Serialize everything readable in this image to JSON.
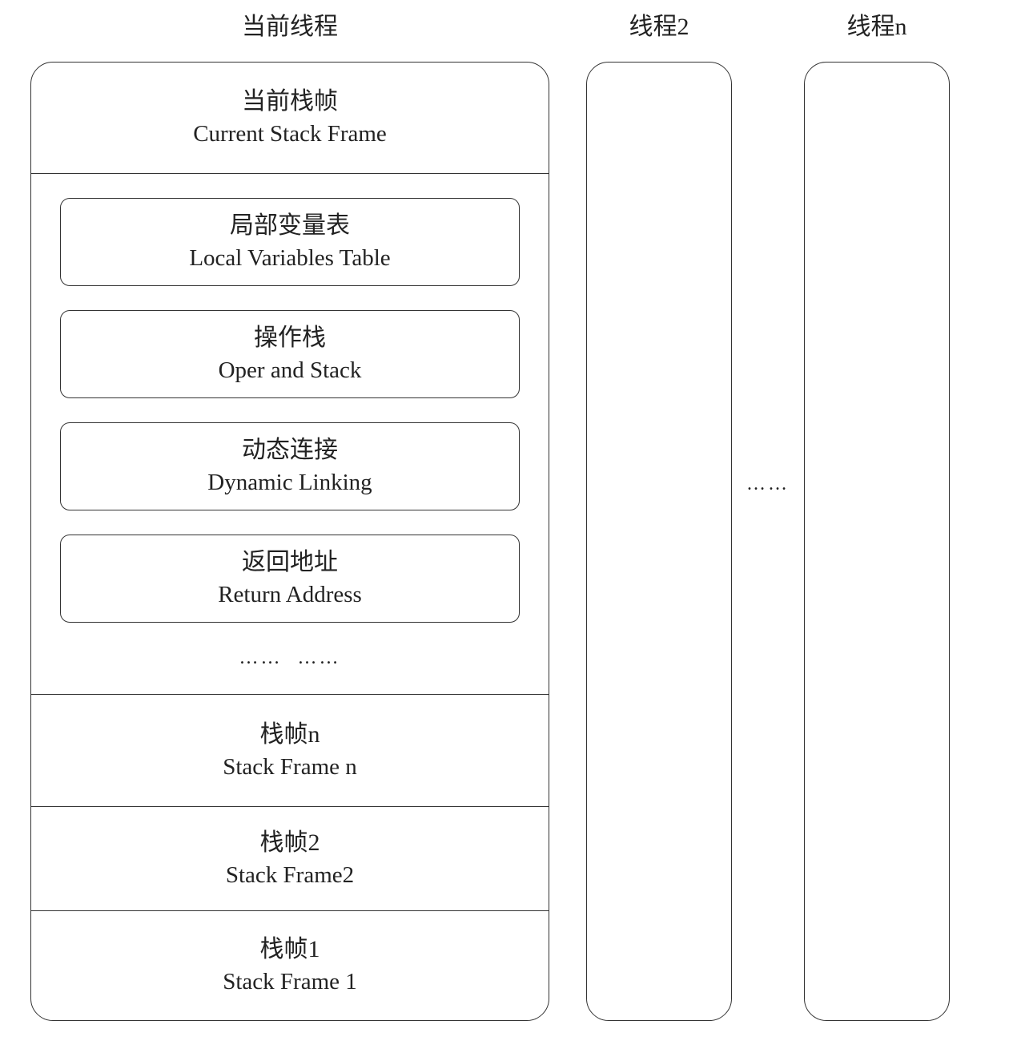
{
  "threads": {
    "current": {
      "title": "当前线程"
    },
    "thread2": {
      "title": "线程2"
    },
    "threadn": {
      "title": "线程n"
    },
    "between_ellipsis": "……"
  },
  "current_thread": {
    "current_frame": {
      "zh": "当前栈帧",
      "en": "Current Stack Frame"
    },
    "components": [
      {
        "zh": "局部变量表",
        "en": "Local Variables Table"
      },
      {
        "zh": "操作栈",
        "en": "Oper and Stack"
      },
      {
        "zh": "动态连接",
        "en": "Dynamic Linking"
      },
      {
        "zh": "返回地址",
        "en": "Return Address"
      }
    ],
    "components_ellipsis": "…… ……",
    "frames": [
      {
        "zh": "栈帧n",
        "en": "Stack Frame n"
      },
      {
        "zh": "栈帧2",
        "en": "Stack Frame2"
      },
      {
        "zh": "栈帧1",
        "en": "Stack Frame 1"
      }
    ]
  }
}
